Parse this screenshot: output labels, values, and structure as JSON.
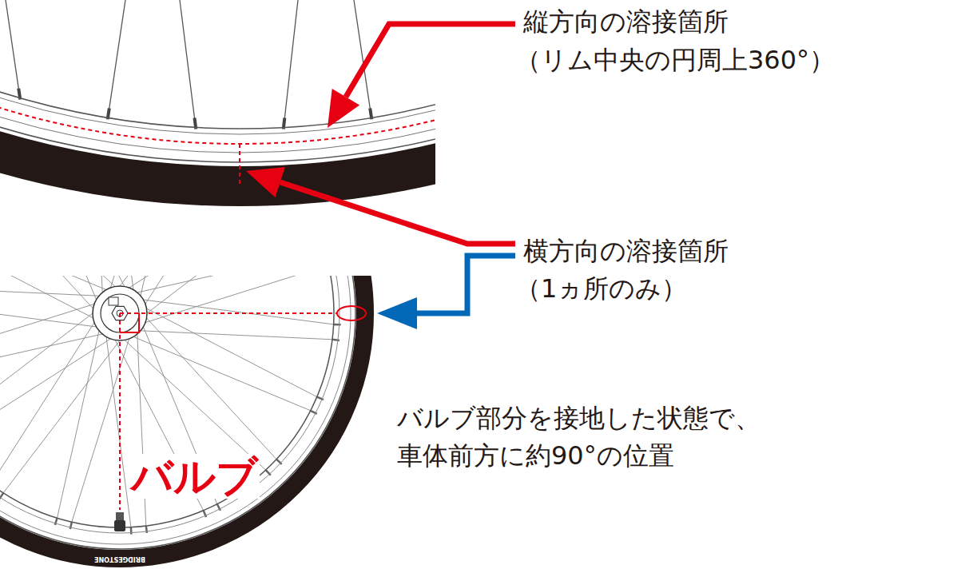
{
  "diagram": {
    "labels": [
      "縦方向の溶接箇所",
      "（リム中央の円周上360°）",
      "横方向の溶接箇所",
      "（1ヵ所のみ）",
      "バルブ部分を接地した状態で、 車体前方に約90°の位置",
      "バルブ",
      "BRIDGESTONE"
    ]
  }
}
